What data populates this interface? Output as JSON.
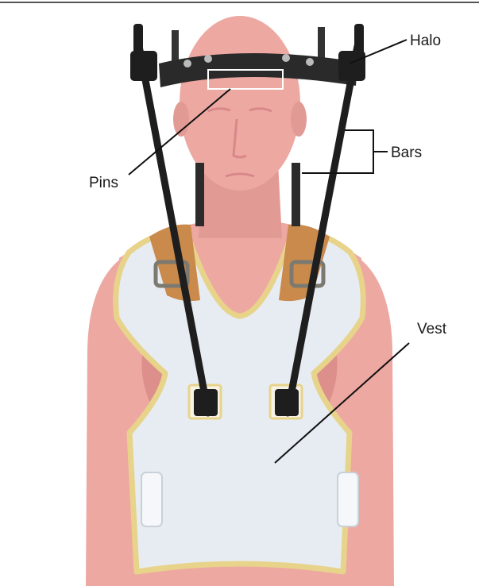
{
  "labels": {
    "halo": "Halo",
    "bars": "Bars",
    "pins": "Pins",
    "vest": "Vest"
  },
  "colors": {
    "skin": "#eda8a2",
    "skin_shadow": "#dc8f8b",
    "vest": "#e6ecf2",
    "vest_trim": "#e8d38a",
    "strap": "#c98a4c",
    "buckle": "#7c7a70",
    "metal": "#222222",
    "leader_line": "#111111"
  }
}
